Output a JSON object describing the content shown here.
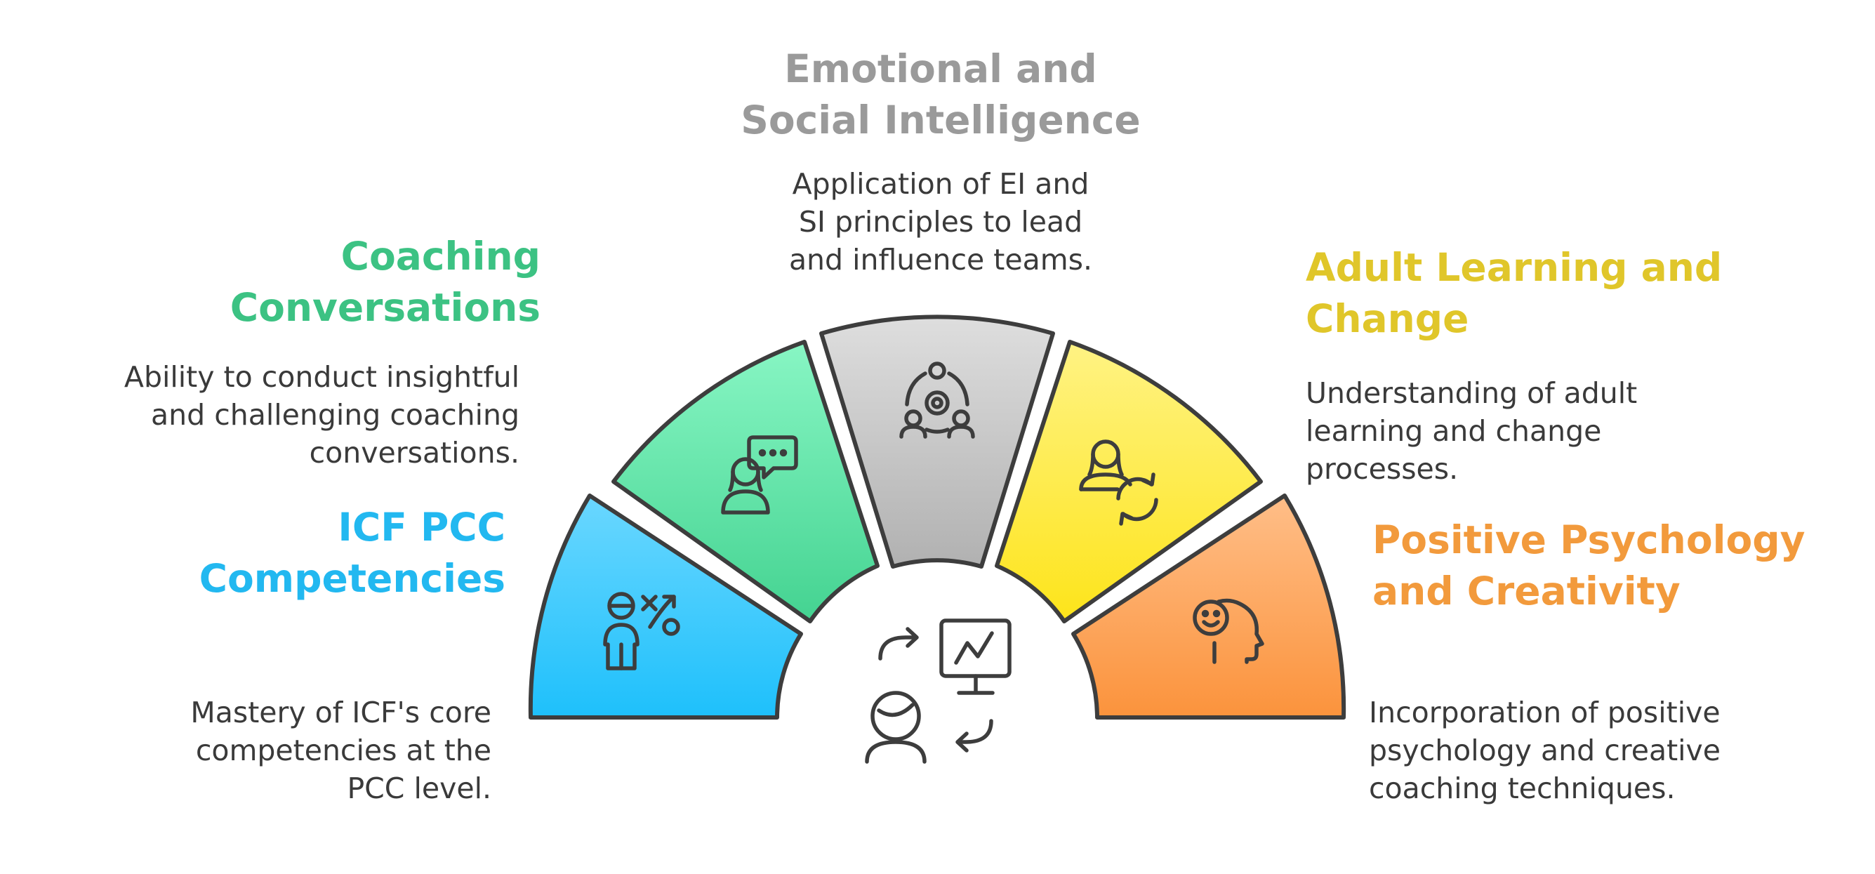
{
  "colors": {
    "ei_title": "#9a9a9a",
    "cc_title": "#3cc283",
    "icf_title": "#22b8f0",
    "al_title": "#e0c62a",
    "pp_title": "#f29a3c",
    "outline": "#3d3d3d"
  },
  "segments": [
    {
      "id": "icf",
      "title": "ICF PCC\nCompetencies",
      "description": "Mastery of ICF's core\ncompetencies at the\nPCC level.",
      "icon": "coach-strategy-icon"
    },
    {
      "id": "cc",
      "title": "Coaching\nConversations",
      "description": "Ability to conduct insightful\nand challenging coaching\nconversations.",
      "icon": "person-chat-icon"
    },
    {
      "id": "ei",
      "title": "Emotional and\nSocial Intelligence",
      "description": "Application of EI and\nSI principles to lead\nand influence teams.",
      "icon": "team-network-icon"
    },
    {
      "id": "al",
      "title": "Adult Learning and\nChange",
      "description": "Understanding of adult\nlearning and change\nprocesses.",
      "icon": "person-refresh-icon"
    },
    {
      "id": "pp",
      "title": "Positive Psychology\nand Creativity",
      "description": "Incorporation of positive\npsychology and creative\ncoaching techniques.",
      "icon": "smiley-head-icon"
    }
  ],
  "center_icon": "person-growth-chart-icon"
}
